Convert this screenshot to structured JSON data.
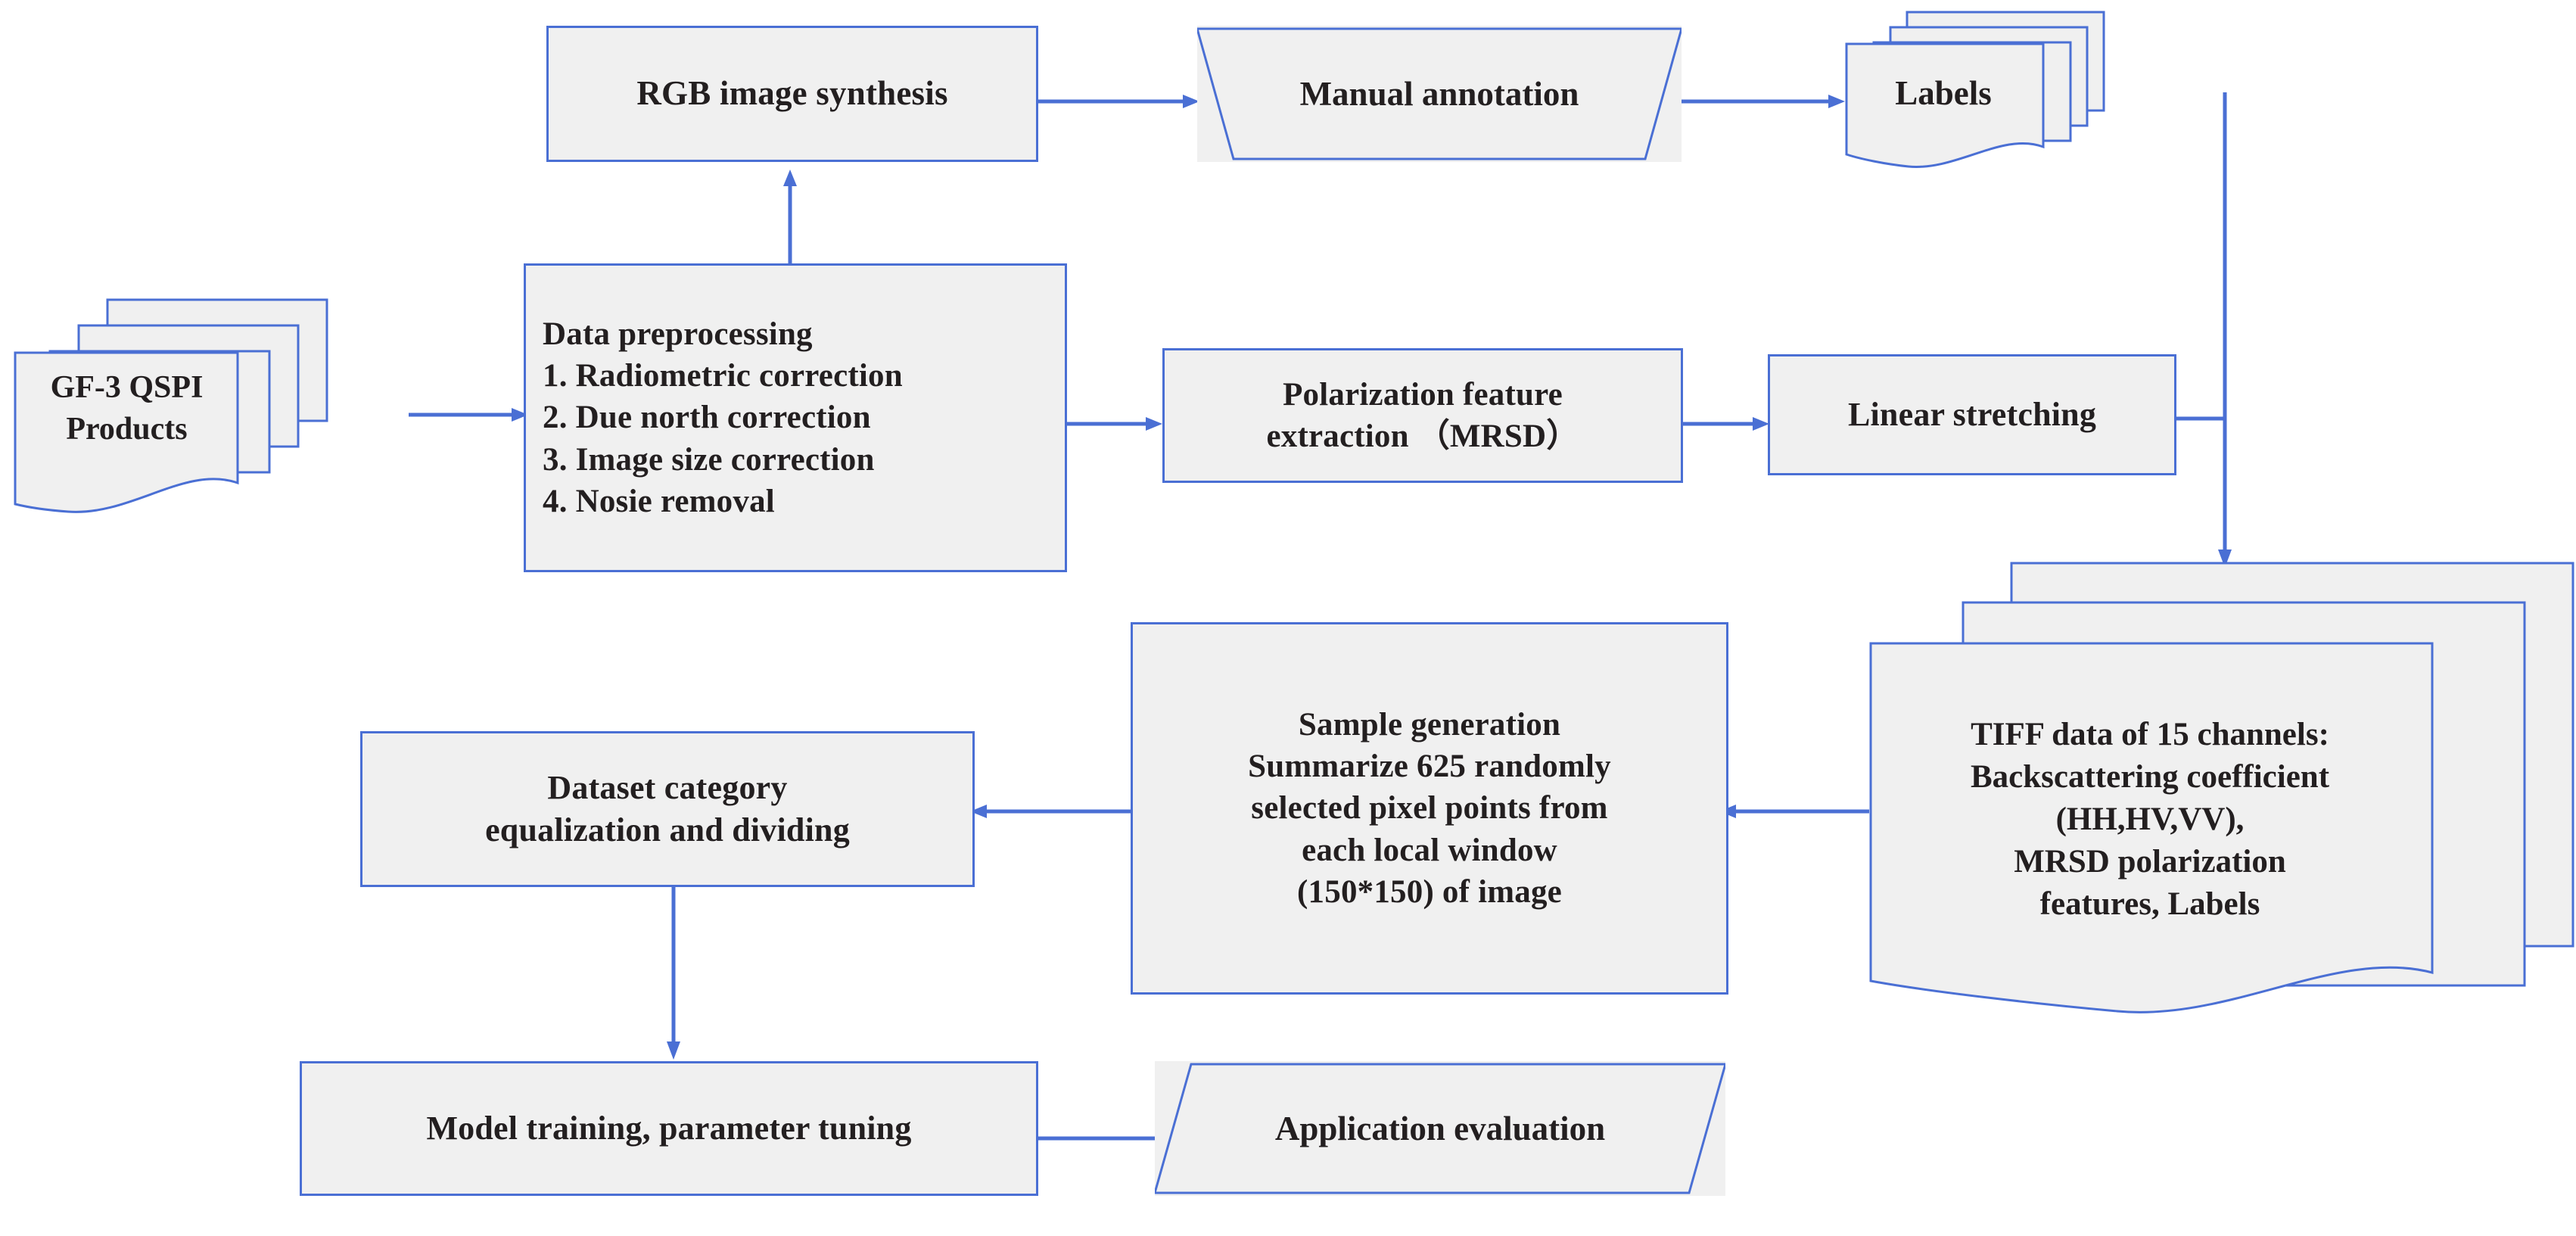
{
  "diagram": {
    "title": "GF-3 QSPI data processing and model training flowchart",
    "colors": {
      "node_fill": "#f0f0f0",
      "node_border": "#4a6fd4",
      "arrow": "#4a6fd4",
      "text": "#231f20",
      "background": "#ffffff"
    },
    "nodes": {
      "gf3_products": {
        "label": "GF-3 QSPI\nProducts",
        "line1": "GF-3 QSPI",
        "line2": "Products",
        "shape": "stacked-document"
      },
      "data_preprocessing": {
        "title": "Data preprocessing",
        "steps": [
          "1. Radiometric correction",
          "2. Due north correction",
          "3. Image size correction",
          "4. Nosie removal"
        ],
        "shape": "rectangle"
      },
      "rgb_synthesis": {
        "label": "RGB image synthesis",
        "shape": "rectangle"
      },
      "manual_annotation": {
        "label": "Manual annotation",
        "shape": "trapezoid"
      },
      "labels": {
        "label": "Labels",
        "shape": "stacked-document"
      },
      "polarization_feature": {
        "line1": "Polarization feature",
        "line2": "extraction （MRSD）",
        "shape": "rectangle"
      },
      "linear_stretching": {
        "label": "Linear stretching",
        "shape": "rectangle"
      },
      "tiff_data": {
        "lines": [
          "TIFF data of 15 channels:",
          "Backscattering coefficient",
          "(HH,HV,VV),",
          "MRSD polarization",
          "features, Labels"
        ],
        "shape": "stacked-document"
      },
      "sample_generation": {
        "lines": [
          "Sample generation",
          "Summarize 625 randomly",
          "selected pixel points from",
          "each local window",
          "(150*150) of  image"
        ],
        "shape": "rectangle"
      },
      "dataset_equalization": {
        "line1": "Dataset category",
        "line2": "equalization and dividing",
        "shape": "rectangle"
      },
      "model_training": {
        "label": "Model training, parameter tuning",
        "shape": "rectangle"
      },
      "application_evaluation": {
        "label": "Application evaluation",
        "shape": "trapezoid"
      }
    }
  }
}
